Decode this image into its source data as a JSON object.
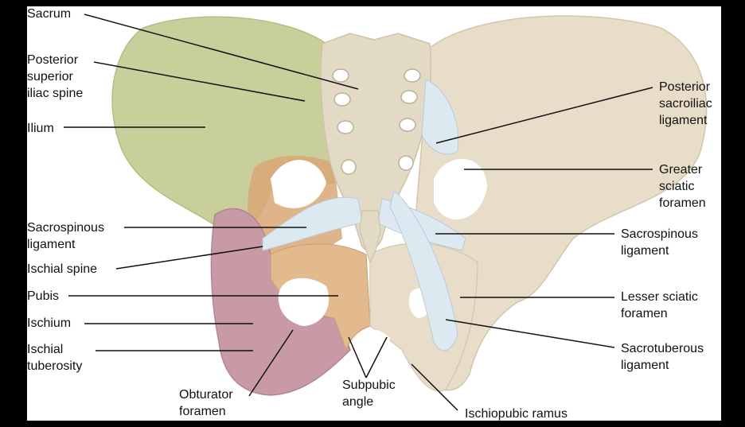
{
  "labels": {
    "sacrum": [
      "Sacrum"
    ],
    "psis": [
      "Posterior",
      "superior",
      "iliac spine"
    ],
    "ilium": [
      "Ilium"
    ],
    "sacrospinous_left": [
      "Sacrospinous",
      "ligament"
    ],
    "ischial_spine": [
      "Ischial spine"
    ],
    "pubis": [
      "Pubis"
    ],
    "ischium": [
      "Ischium"
    ],
    "ischial_tuberosity": [
      "Ischial",
      "tuberosity"
    ],
    "obturator_foramen": [
      "Obturator",
      "foramen"
    ],
    "subpubic_angle": [
      "Subpubic",
      "angle"
    ],
    "ischiopubic_ramus": [
      "Ischiopubic ramus"
    ],
    "posterior_sacroiliac": [
      "Posterior",
      "sacroiliac",
      "ligament"
    ],
    "greater_sciatic": [
      "Greater",
      "sciatic",
      "foramen"
    ],
    "sacrospinous_right": [
      "Sacrospinous",
      "ligament"
    ],
    "lesser_sciatic": [
      "Lesser sciatic",
      "foramen"
    ],
    "sacrotuberous": [
      "Sacrotuberous",
      "ligament"
    ]
  },
  "colors": {
    "ilium": "#c9cf9a",
    "bone": "#e8ddc8",
    "pubis": "#e3b98e",
    "ischium": "#c89aa6",
    "ligament": "#dde9f1",
    "background": "#000000",
    "panel": "#ffffff"
  }
}
